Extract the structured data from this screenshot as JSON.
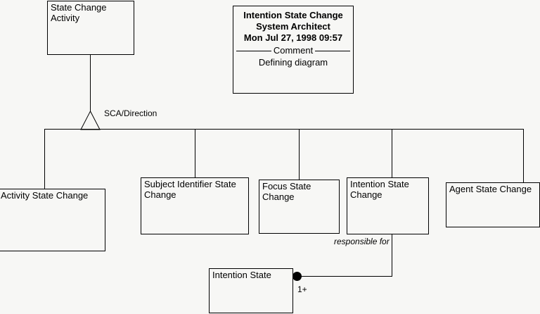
{
  "diagram": {
    "type": "uml-class-generalization",
    "background_color": "#f7f7f5",
    "line_color": "#000000"
  },
  "title_block": {
    "heading_lines": [
      "Intention State Change",
      "System Architect",
      "Mon Jul 27, 1998  09:57"
    ],
    "separator_label": "Comment",
    "comment_text": "Defining diagram"
  },
  "superclass": {
    "label": "State Change\nActivity"
  },
  "generalization": {
    "discriminator_label": "SCA/Direction"
  },
  "subclasses": [
    {
      "label": "Activity State Change"
    },
    {
      "label": "Subject Identifier State\nChange"
    },
    {
      "label": "Focus State\nChange"
    },
    {
      "label": "Intention State\nChange"
    },
    {
      "label": "Agent State Change"
    }
  ],
  "association": {
    "role_label": "responsible for",
    "multiplicity": "1+",
    "target_class": {
      "label": "Intention State"
    }
  }
}
